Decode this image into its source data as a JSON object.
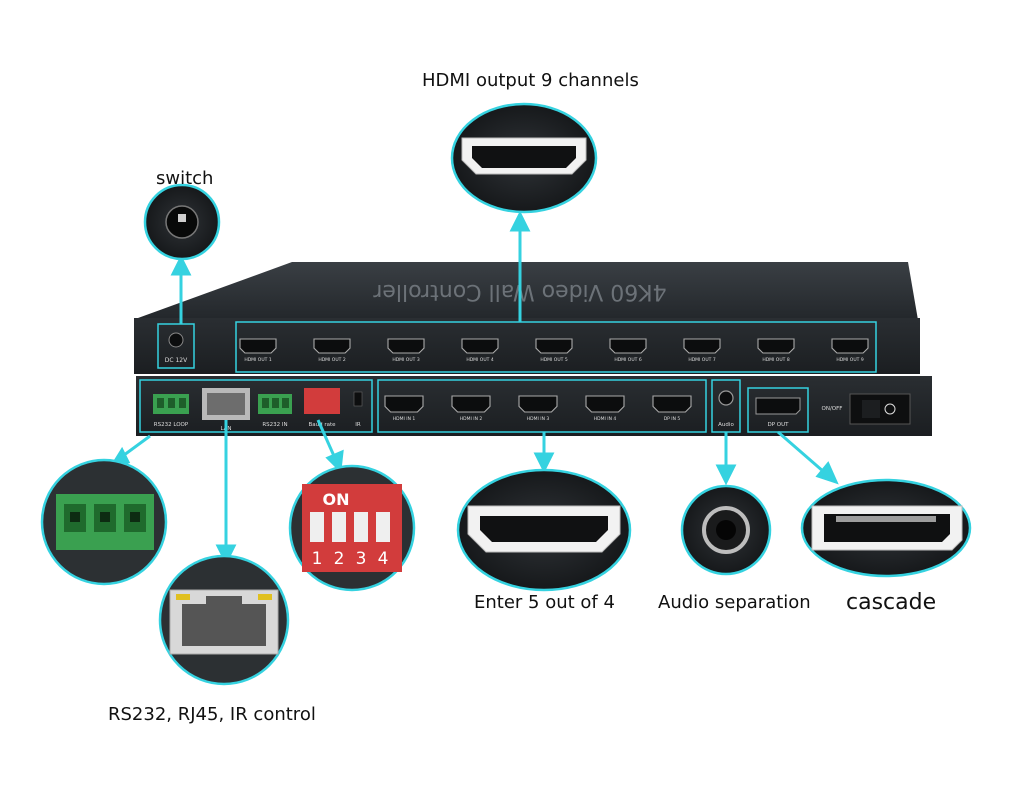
{
  "labels": {
    "hdmi_output": "HDMI output 9 channels",
    "switch": "switch",
    "enter": "Enter 5 out of 4",
    "audio": "Audio separation",
    "cascade": "cascade",
    "control": "RS232, RJ45, IR control"
  },
  "device": {
    "top_text": "4K60 Video Wall Controller",
    "dc_in": "DC 12V",
    "out_ports": [
      "HDMI OUT 1",
      "HDMI OUT 2",
      "HDMI OUT 3",
      "HDMI OUT 4",
      "HDMI OUT 5",
      "HDMI OUT 6",
      "HDMI OUT 7",
      "HDMI OUT 8",
      "HDMI OUT 9"
    ],
    "in_ports": [
      "HDMI IN 1",
      "HDMI IN 2",
      "HDMI IN 3",
      "HDMI IN 4",
      "DP IN 5"
    ],
    "rs232_loop": "RS232 LOOP",
    "lan": "LAN",
    "rs232_in": "RS232 IN",
    "baud": "Baud rate",
    "ir": "IR",
    "audio_port": "Audio",
    "dp_out": "DP OUT",
    "onoff": "ON/OFF",
    "dip_on": "ON",
    "dip_numbers": [
      "1",
      "2",
      "3",
      "4"
    ]
  },
  "colors": {
    "accent": "#35d2e0",
    "device_body": "#2b2f33",
    "terminal_green": "#3aa050",
    "dip_red": "#d23c3c"
  }
}
